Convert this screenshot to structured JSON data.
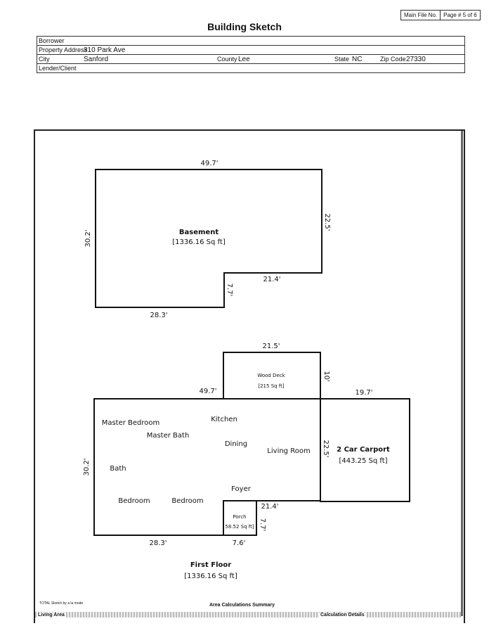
{
  "header": {
    "main_file_label": "Main File No.",
    "page_label": "Page # 5 of 6",
    "title": "Building Sketch"
  },
  "info": {
    "borrower_label": "Borrower",
    "property_label": "Property Address",
    "property_value": "310 Park Ave",
    "city_label": "City",
    "city_value": "Sanford",
    "county_label": "County",
    "county_value": "Lee",
    "state_label": "State",
    "state_value": "NC",
    "zip_label": "Zip Code",
    "zip_value": "27330",
    "lender_label": "Lender/Client"
  },
  "sketch": {
    "basement": {
      "name": "Basement",
      "area": "[1336.16 Sq ft]",
      "dims": {
        "top": "49.7'",
        "left": "30.2'",
        "right": "22.5'",
        "notch_top": "21.4'",
        "notch_side": "7.7'",
        "bottom": "28.3'"
      }
    },
    "first_floor": {
      "name": "First Floor",
      "area": "[1336.16 Sq ft]",
      "dims": {
        "top": "49.7'",
        "left": "30.2'",
        "right": "22.5'",
        "notch_top": "21.4'",
        "notch_side": "7.7'",
        "bottom": "28.3'",
        "porch_bottom": "7.6'"
      },
      "rooms": [
        "Master Bedroom",
        "Kitchen",
        "Master Bath",
        "Dining",
        "Living Room",
        "Bath",
        "Foyer",
        "Bedroom",
        "Bedroom"
      ]
    },
    "wood_deck": {
      "name": "Wood Deck",
      "area": "[215 Sq ft]",
      "dims": {
        "top": "21.5'",
        "side": "10'"
      }
    },
    "carport": {
      "name": "2 Car Carport",
      "area": "[443.25 Sq ft]",
      "dims": {
        "top": "19.7'"
      }
    },
    "porch": {
      "name": "Porch",
      "area": "58.52 Sq ft]"
    }
  },
  "footer": {
    "software": "TOTAL Sketch by a la mode",
    "summary_title": "Area Calculations Summary",
    "living_area": "Living Area",
    "calc_details": "Calculation Details"
  }
}
